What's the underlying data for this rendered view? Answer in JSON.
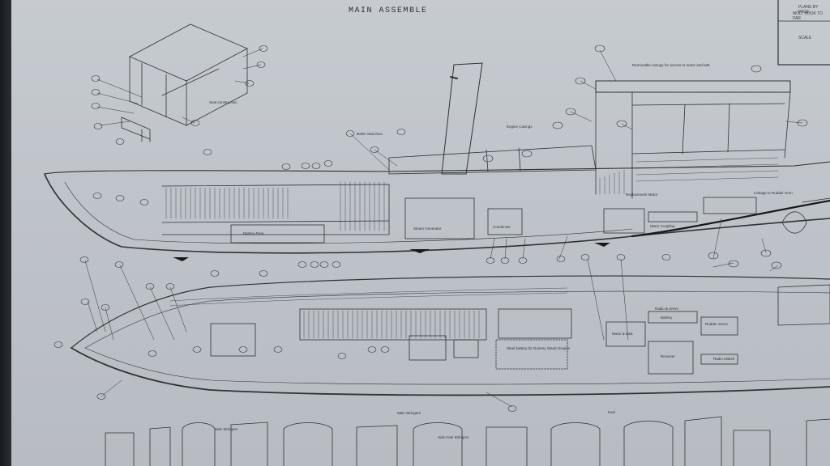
{
  "sheet": {
    "title": "MAIN ASSEMBLE",
    "title_block": {
      "line1": "PLANS BY PAGE",
      "line2": "MOD. BOOK TO PAR",
      "line3": "SCALE"
    }
  },
  "labels": {
    "seat_construction": "Seat construction",
    "boat_stanchion": "Boiler stanchion",
    "engine_casing": "Engine Casings",
    "removable_canopy": "Removable canopy for access to motor and batt.",
    "battery_pack": "Battery Pack",
    "steam_generator": "Steam Generator",
    "condenser": "Condenser",
    "replacement_motor": "Replacement Motor",
    "motor_coupling": "Motor Coupling",
    "linkage_to_rudder": "Linkage to Rudder Horn",
    "motor_switch": "Motor & Batt.",
    "radio_servo": "Radio & Servo",
    "battery_box": "Battery",
    "rudder_servo": "Rudder Servo",
    "receiver": "Receiver",
    "radio_switch": "Radio Switch",
    "dummy_engine": "Steel battery for Dummy Steam Engine",
    "main_stringers": "Main Stringers",
    "side_stringers": "Side Stringers",
    "side_keel": "Side Keel Stringers",
    "keel": "Keel"
  },
  "colors": {
    "paper": "#c2c7cc",
    "ink": "#2f3338",
    "ink_dark": "#17191c"
  }
}
